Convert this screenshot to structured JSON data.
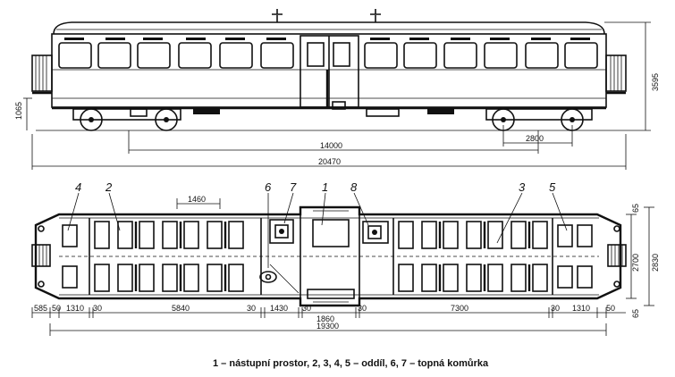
{
  "side_view": {
    "dims": {
      "height_total": "3595",
      "height_floor": "1065",
      "bogie_pivot": "14000",
      "wheelbase": "2800",
      "length_total": "20470"
    }
  },
  "plan_view": {
    "callouts": [
      "4",
      "2",
      "6",
      "7",
      "1",
      "8",
      "3",
      "5"
    ],
    "dims": {
      "seat_pitch": "1460",
      "width_inner": "2700",
      "width_outer": "2830",
      "right_top_small": "65",
      "right_bottom_small": "65",
      "bottom_chain": [
        "585",
        "50",
        "1310",
        "30",
        "5840",
        "30",
        "1430",
        "30",
        "1860",
        "30",
        "7300",
        "30",
        "1310",
        "50"
      ],
      "length_body": "19300"
    }
  },
  "caption": "1 – nástupní prostor, 2, 3, 4, 5 – oddíl, 6, 7 – topná komůrka"
}
